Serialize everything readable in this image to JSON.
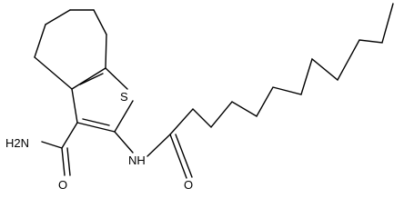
{
  "molecule": {
    "atom_labels": {
      "sulfur": "S",
      "amide_nitrogen": "NH",
      "carboxamide_group": "H2N",
      "carboxamide_oxygen": "O",
      "decanoyl_oxygen": "O"
    },
    "colors": {
      "bond": "#000000",
      "label": "#000000",
      "background": "#ffffff"
    }
  }
}
